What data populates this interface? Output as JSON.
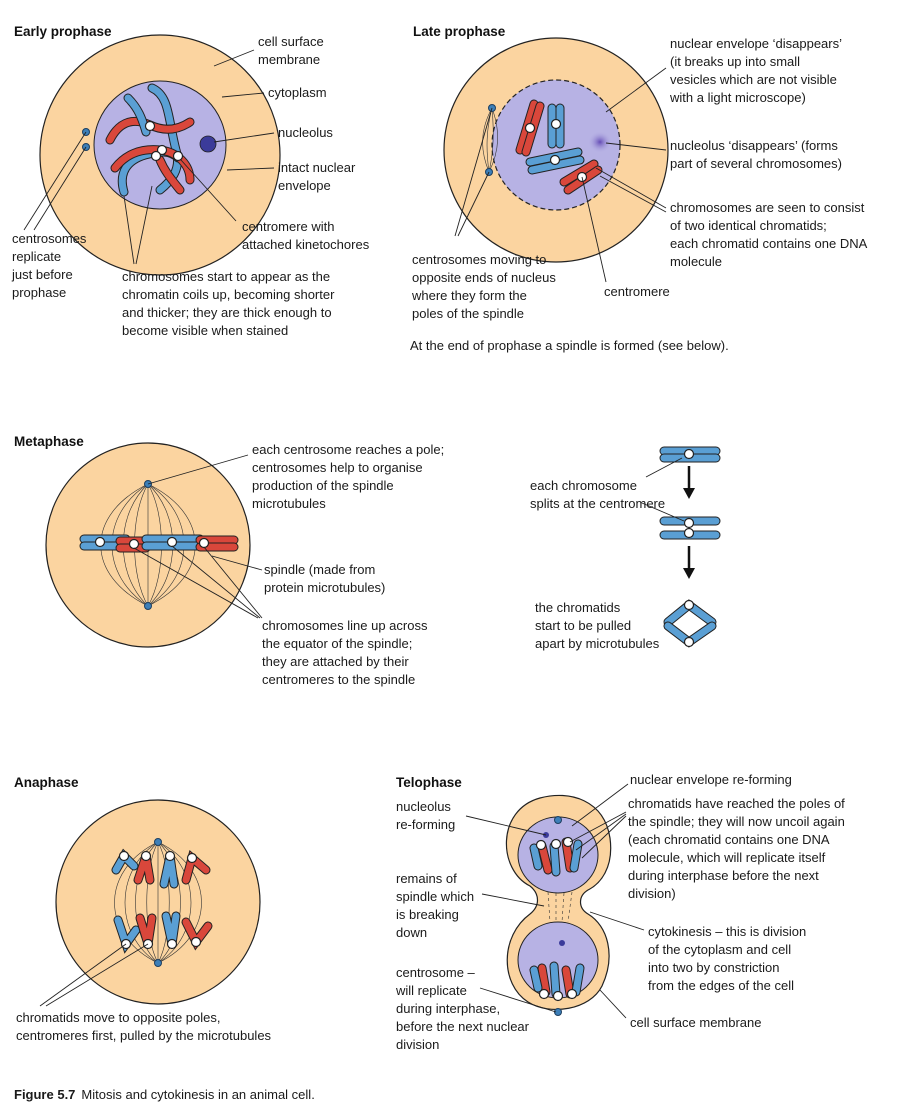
{
  "panels": {
    "early": {
      "title": "Early prophase",
      "labels": {
        "cell_surface": [
          "cell surface",
          "membrane"
        ],
        "cytoplasm": [
          "cytoplasm"
        ],
        "nucleolus": [
          "nucleolus"
        ],
        "envelope": [
          "intact nuclear",
          "envelope"
        ],
        "centromere": [
          "centromere with",
          "attached kinetochores"
        ],
        "centrosomes": [
          "centrosomes",
          "replicate",
          "just before",
          "prophase"
        ],
        "chromosomes": [
          "chromosomes start to appear as the",
          "chromatin coils up, becoming shorter",
          "and thicker; they are thick enough to",
          "become visible when stained"
        ]
      }
    },
    "late": {
      "title": "Late prophase",
      "labels": {
        "envelope": [
          "nuclear envelope ‘disappears’",
          "(it breaks up into small",
          "vesicles which are not visible",
          "with a light microscope)"
        ],
        "nucleolus": [
          "nucleolus ‘disappears’ (forms",
          "part of several chromosomes)"
        ],
        "chromatids": [
          "chromosomes are seen to consist",
          "of two identical chromatids;",
          "each chromatid contains one DNA",
          "molecule"
        ],
        "centrosomes": [
          "centrosomes moving to",
          "opposite ends of nucleus",
          "where they form the",
          "poles of the spindle"
        ],
        "centromere": [
          "centromere"
        ],
        "note": [
          "At the end of prophase a spindle is formed (see below)."
        ]
      }
    },
    "meta": {
      "title": "Metaphase",
      "labels": {
        "pole": [
          "each centrosome reaches a pole;",
          "centrosomes help to organise",
          "production of the spindle",
          "microtubules"
        ],
        "spindle": [
          "spindle (made from",
          "protein microtubules)"
        ],
        "lineup": [
          "chromosomes line up across",
          "the equator of the spindle;",
          "they are attached by their",
          "centromeres to the spindle"
        ],
        "splits": [
          "each chromosome",
          "splits at the centromere"
        ],
        "pulled": [
          "the chromatids",
          "start to be pulled",
          "apart by microtubules"
        ]
      }
    },
    "ana": {
      "title": "Anaphase",
      "labels": {
        "chromatids": [
          "chromatids move to opposite poles,",
          "centromeres first, pulled by the microtubules"
        ]
      }
    },
    "telo": {
      "title": "Telophase",
      "labels": {
        "envelope": [
          "nuclear envelope re-forming"
        ],
        "nucleolus": [
          "nucleolus",
          "re-forming"
        ],
        "poles": [
          "chromatids have reached the poles of",
          "the spindle; they will now uncoil again",
          "(each chromatid contains one DNA",
          "molecule, which will replicate itself",
          "during interphase before the next",
          "division)"
        ],
        "remains": [
          "remains of",
          "spindle which",
          "is breaking",
          "down"
        ],
        "cytokinesis": [
          "cytokinesis – this is division",
          "of the cytoplasm and cell",
          "into two by constriction",
          "from the edges of the cell"
        ],
        "centrosome": [
          "centrosome –",
          "will replicate",
          "during interphase,",
          "before the next nuclear",
          "division"
        ],
        "membrane": [
          "cell surface membrane"
        ]
      }
    }
  },
  "caption": {
    "figure": "Figure 5.7",
    "text": "Mitosis and cytokinesis in an animal cell."
  },
  "colors": {
    "cytoplasm": "#fbd4a0",
    "nucleus": "#b7b2e4",
    "maternal_chromatid": "#d9473b",
    "paternal_chromatid": "#5a9fd4",
    "centrosome": "#3d7fb8",
    "nucleolus": "#3b3b9a"
  }
}
